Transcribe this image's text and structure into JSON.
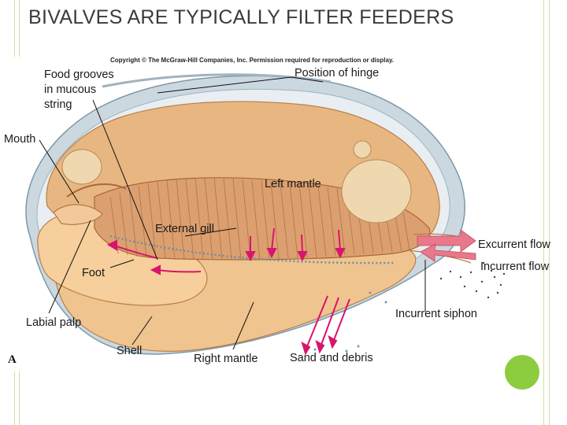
{
  "slide": {
    "title": "BIVALVES ARE TYPICALLY FILTER FEEDERS",
    "copyright": "Copyright © The McGraw-Hill Companies, Inc. Permission required for reproduction or display.",
    "figure_letter": "A"
  },
  "labels": {
    "food_grooves": "Food grooves",
    "in_mucous": "in mucous",
    "string": "string",
    "position_of_hinge": "Position of hinge",
    "mouth": "Mouth",
    "left_mantle": "Left mantle",
    "external_gill": "External gill",
    "excurrent_flow": "Excurrent flow",
    "incurrent_flow": "Incurrent flow",
    "foot": "Foot",
    "incurrent_siphon": "Incurrent siphon",
    "labial_palp": "Labial palp",
    "shell": "Shell",
    "right_mantle": "Right mantle",
    "sand_and_debris": "Sand and debris"
  },
  "colors": {
    "accent_green": "#8ccc3e",
    "mantle_tan": "#e4b27c",
    "shell_blue": "#c5d3dc",
    "arrow_magenta": "#d8146e",
    "flow_pink": "#e8788a"
  }
}
